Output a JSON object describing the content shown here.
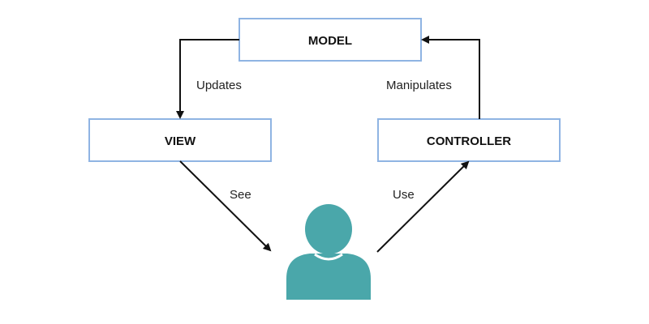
{
  "nodes": {
    "model": "MODEL",
    "view": "VIEW",
    "controller": "CONTROLLER"
  },
  "edges": {
    "updates": "Updates",
    "manipulates": "Manipulates",
    "see": "See",
    "use": "Use"
  },
  "icons": {
    "user": "user-icon"
  },
  "colors": {
    "box_border": "#8fb4e3",
    "user_icon": "#4aa7aa",
    "arrow": "#111111"
  }
}
